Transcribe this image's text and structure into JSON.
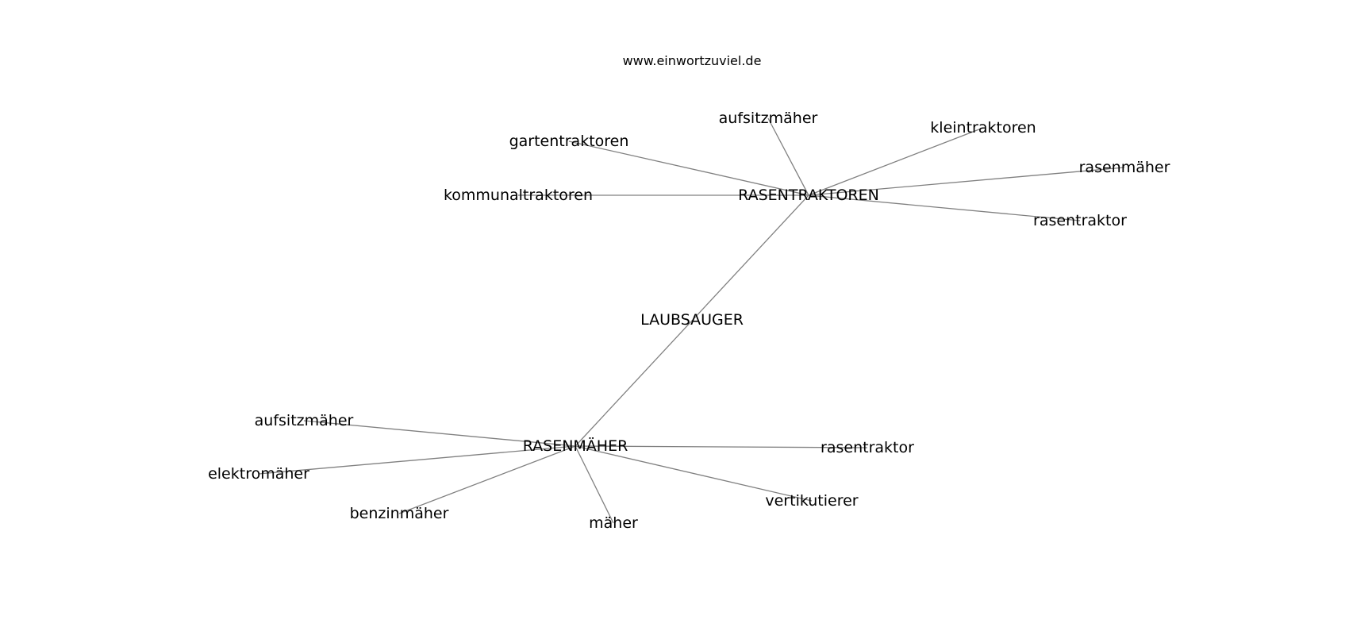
{
  "watermark": "www.einwortzuviel.de",
  "colors": {
    "edge": "#808080",
    "text": "#000000",
    "background": "#ffffff"
  },
  "nodes": [
    {
      "id": "laubsauger",
      "label": "LAUBSAUGER"
    },
    {
      "id": "rasentraktoren",
      "label": "RASENTRAKTOREN"
    },
    {
      "id": "rasenmaeher_hub",
      "label": "RASENMÄHER"
    },
    {
      "id": "gartentraktoren",
      "label": "gartentraktoren"
    },
    {
      "id": "aufsitzmaeher_top",
      "label": "aufsitzmäher"
    },
    {
      "id": "kleintraktoren",
      "label": "kleintraktoren"
    },
    {
      "id": "rasenmaeher_leaf",
      "label": "rasenmäher"
    },
    {
      "id": "kommunaltraktoren",
      "label": "kommunaltraktoren"
    },
    {
      "id": "rasentraktor_top",
      "label": "rasentraktor"
    },
    {
      "id": "aufsitzmaeher_bottom",
      "label": "aufsitzmäher"
    },
    {
      "id": "elektromaeher",
      "label": "elektromäher"
    },
    {
      "id": "benzinmaeher",
      "label": "benzinmäher"
    },
    {
      "id": "maeher",
      "label": "mäher"
    },
    {
      "id": "vertikutierer",
      "label": "vertikutierer"
    },
    {
      "id": "rasentraktor_bottom",
      "label": "rasentraktor"
    }
  ],
  "edges": [
    [
      "rasentraktoren",
      "rasenmaeher_hub"
    ],
    [
      "rasentraktoren",
      "gartentraktoren"
    ],
    [
      "rasentraktoren",
      "aufsitzmaeher_top"
    ],
    [
      "rasentraktoren",
      "kleintraktoren"
    ],
    [
      "rasentraktoren",
      "rasenmaeher_leaf"
    ],
    [
      "rasentraktoren",
      "kommunaltraktoren"
    ],
    [
      "rasentraktoren",
      "rasentraktor_top"
    ],
    [
      "rasenmaeher_hub",
      "aufsitzmaeher_bottom"
    ],
    [
      "rasenmaeher_hub",
      "elektromaeher"
    ],
    [
      "rasenmaeher_hub",
      "benzinmaeher"
    ],
    [
      "rasenmaeher_hub",
      "maeher"
    ],
    [
      "rasenmaeher_hub",
      "vertikutierer"
    ],
    [
      "rasenmaeher_hub",
      "rasentraktor_bottom"
    ]
  ]
}
